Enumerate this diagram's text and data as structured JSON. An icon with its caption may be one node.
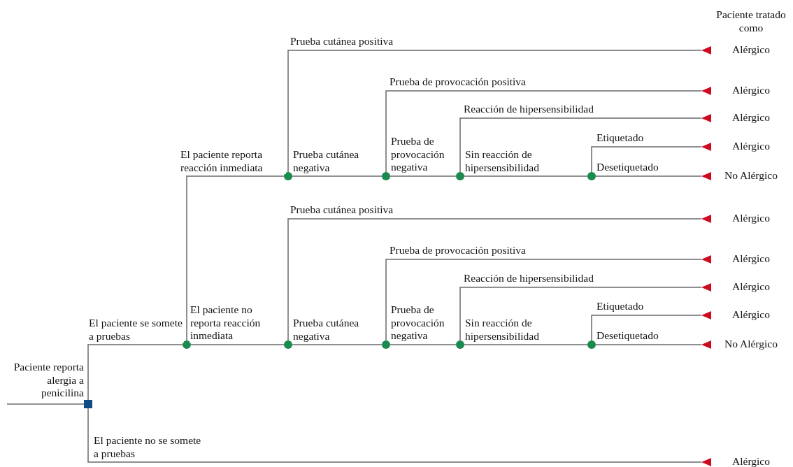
{
  "diagram": {
    "nodes": [
      {
        "text": [],
        "shape": "box",
        "beside": [
          "Paciente reporta alergia a penicilina"
        ]
      },
      {
        "text": [],
        "shape": "circle"
      },
      {
        "text": [],
        "shape": "circle"
      },
      {
        "text": [],
        "shape": "triangle",
        "beside": [
          "Alérgico"
        ]
      },
      {
        "text": [],
        "shape": "circle"
      },
      {
        "text": [],
        "shape": "triangle",
        "beside": [
          "Alérgico"
        ]
      },
      {
        "text": [],
        "shape": "circle"
      },
      {
        "text": [],
        "shape": "triangle",
        "beside": [
          "Alérgico"
        ]
      },
      {
        "text": [],
        "shape": "circle"
      },
      {
        "text": [],
        "shape": "triangle",
        "beside": [
          "Alérgico"
        ]
      },
      {
        "text": [],
        "shape": "triangle",
        "beside": [
          "No Alérgico"
        ]
      },
      {
        "text": [],
        "shape": "circle"
      },
      {
        "text": [],
        "shape": "triangle",
        "beside": [
          "Alérgico"
        ]
      },
      {
        "text": [],
        "shape": "circle"
      },
      {
        "text": [],
        "shape": "triangle",
        "beside": [
          "Alérgico"
        ]
      },
      {
        "text": [],
        "shape": "circle"
      },
      {
        "text": [],
        "shape": "triangle",
        "beside": [
          "Alérgico"
        ]
      },
      {
        "text": [],
        "shape": "circle"
      },
      {
        "text": [],
        "shape": "triangle",
        "beside": [
          "Alérgico"
        ]
      },
      {
        "text": [],
        "shape": "triangle",
        "beside": [
          "No Alérgico"
        ]
      },
      {
        "text": [],
        "shape": "triangle",
        "beside": [
          "Alérgico"
        ]
      }
    ],
    "edges": [
      {
        "from": null,
        "to": 0,
        "arrow": "none"
      },
      {
        "from": 0,
        "to": 1,
        "arrow": "none",
        "label": "El paciente se somete a pruebas"
      },
      {
        "from": 0,
        "to": 20,
        "arrow": "none",
        "label": "El paciente no se somete a pruebas"
      },
      {
        "from": 1,
        "to": 2,
        "arrow": "none",
        "label": "El paciente reporta reacción inmediata"
      },
      {
        "from": 1,
        "to": 11,
        "arrow": "none",
        "label": "El paciente no reporta reacción inmediata"
      },
      {
        "from": 2,
        "to": 3,
        "arrow": "none",
        "label": "Prueba cutánea positiva"
      },
      {
        "from": 2,
        "to": 4,
        "arrow": "none",
        "label": "Prueba cutánea negativa"
      },
      {
        "from": 4,
        "to": 5,
        "arrow": "none",
        "label": "Prueba de provocación positiva"
      },
      {
        "from": 4,
        "to": 6,
        "arrow": "none",
        "label": "Prueba de provocación negativa"
      },
      {
        "from": 6,
        "to": 7,
        "arrow": "none",
        "label": "Reacción de hipersensibilidad"
      },
      {
        "from": 6,
        "to": 8,
        "arrow": "none",
        "label": "Sin reacción de hipersensibilidad"
      },
      {
        "from": 8,
        "to": 9,
        "arrow": "none",
        "label": "Etiquetado"
      },
      {
        "from": 8,
        "to": 10,
        "arrow": "none",
        "label": "Desetiquetado"
      },
      {
        "from": 11,
        "to": 12,
        "arrow": "none",
        "label": "Prueba cutánea positiva"
      },
      {
        "from": 11,
        "to": 13,
        "arrow": "none",
        "label": "Prueba cutánea negativa"
      },
      {
        "from": 13,
        "to": 14,
        "arrow": "none",
        "label": "Prueba de provocación positiva"
      },
      {
        "from": 13,
        "to": 15,
        "arrow": "none",
        "label": "Prueba de provocación negativa"
      },
      {
        "from": 15,
        "to": 16,
        "arrow": "none",
        "label": "Reacción de hipersensibilidad"
      },
      {
        "from": 15,
        "to": 17,
        "arrow": "none",
        "label": "Sin reacción de hipersensibilidad"
      },
      {
        "from": 17,
        "to": 18,
        "arrow": "none",
        "label": "Etiquetado"
      },
      {
        "from": 17,
        "to": 19,
        "arrow": "none",
        "label": "Desetiquetado"
      }
    ],
    "labels": [
      "Paciente tratado como"
    ]
  }
}
